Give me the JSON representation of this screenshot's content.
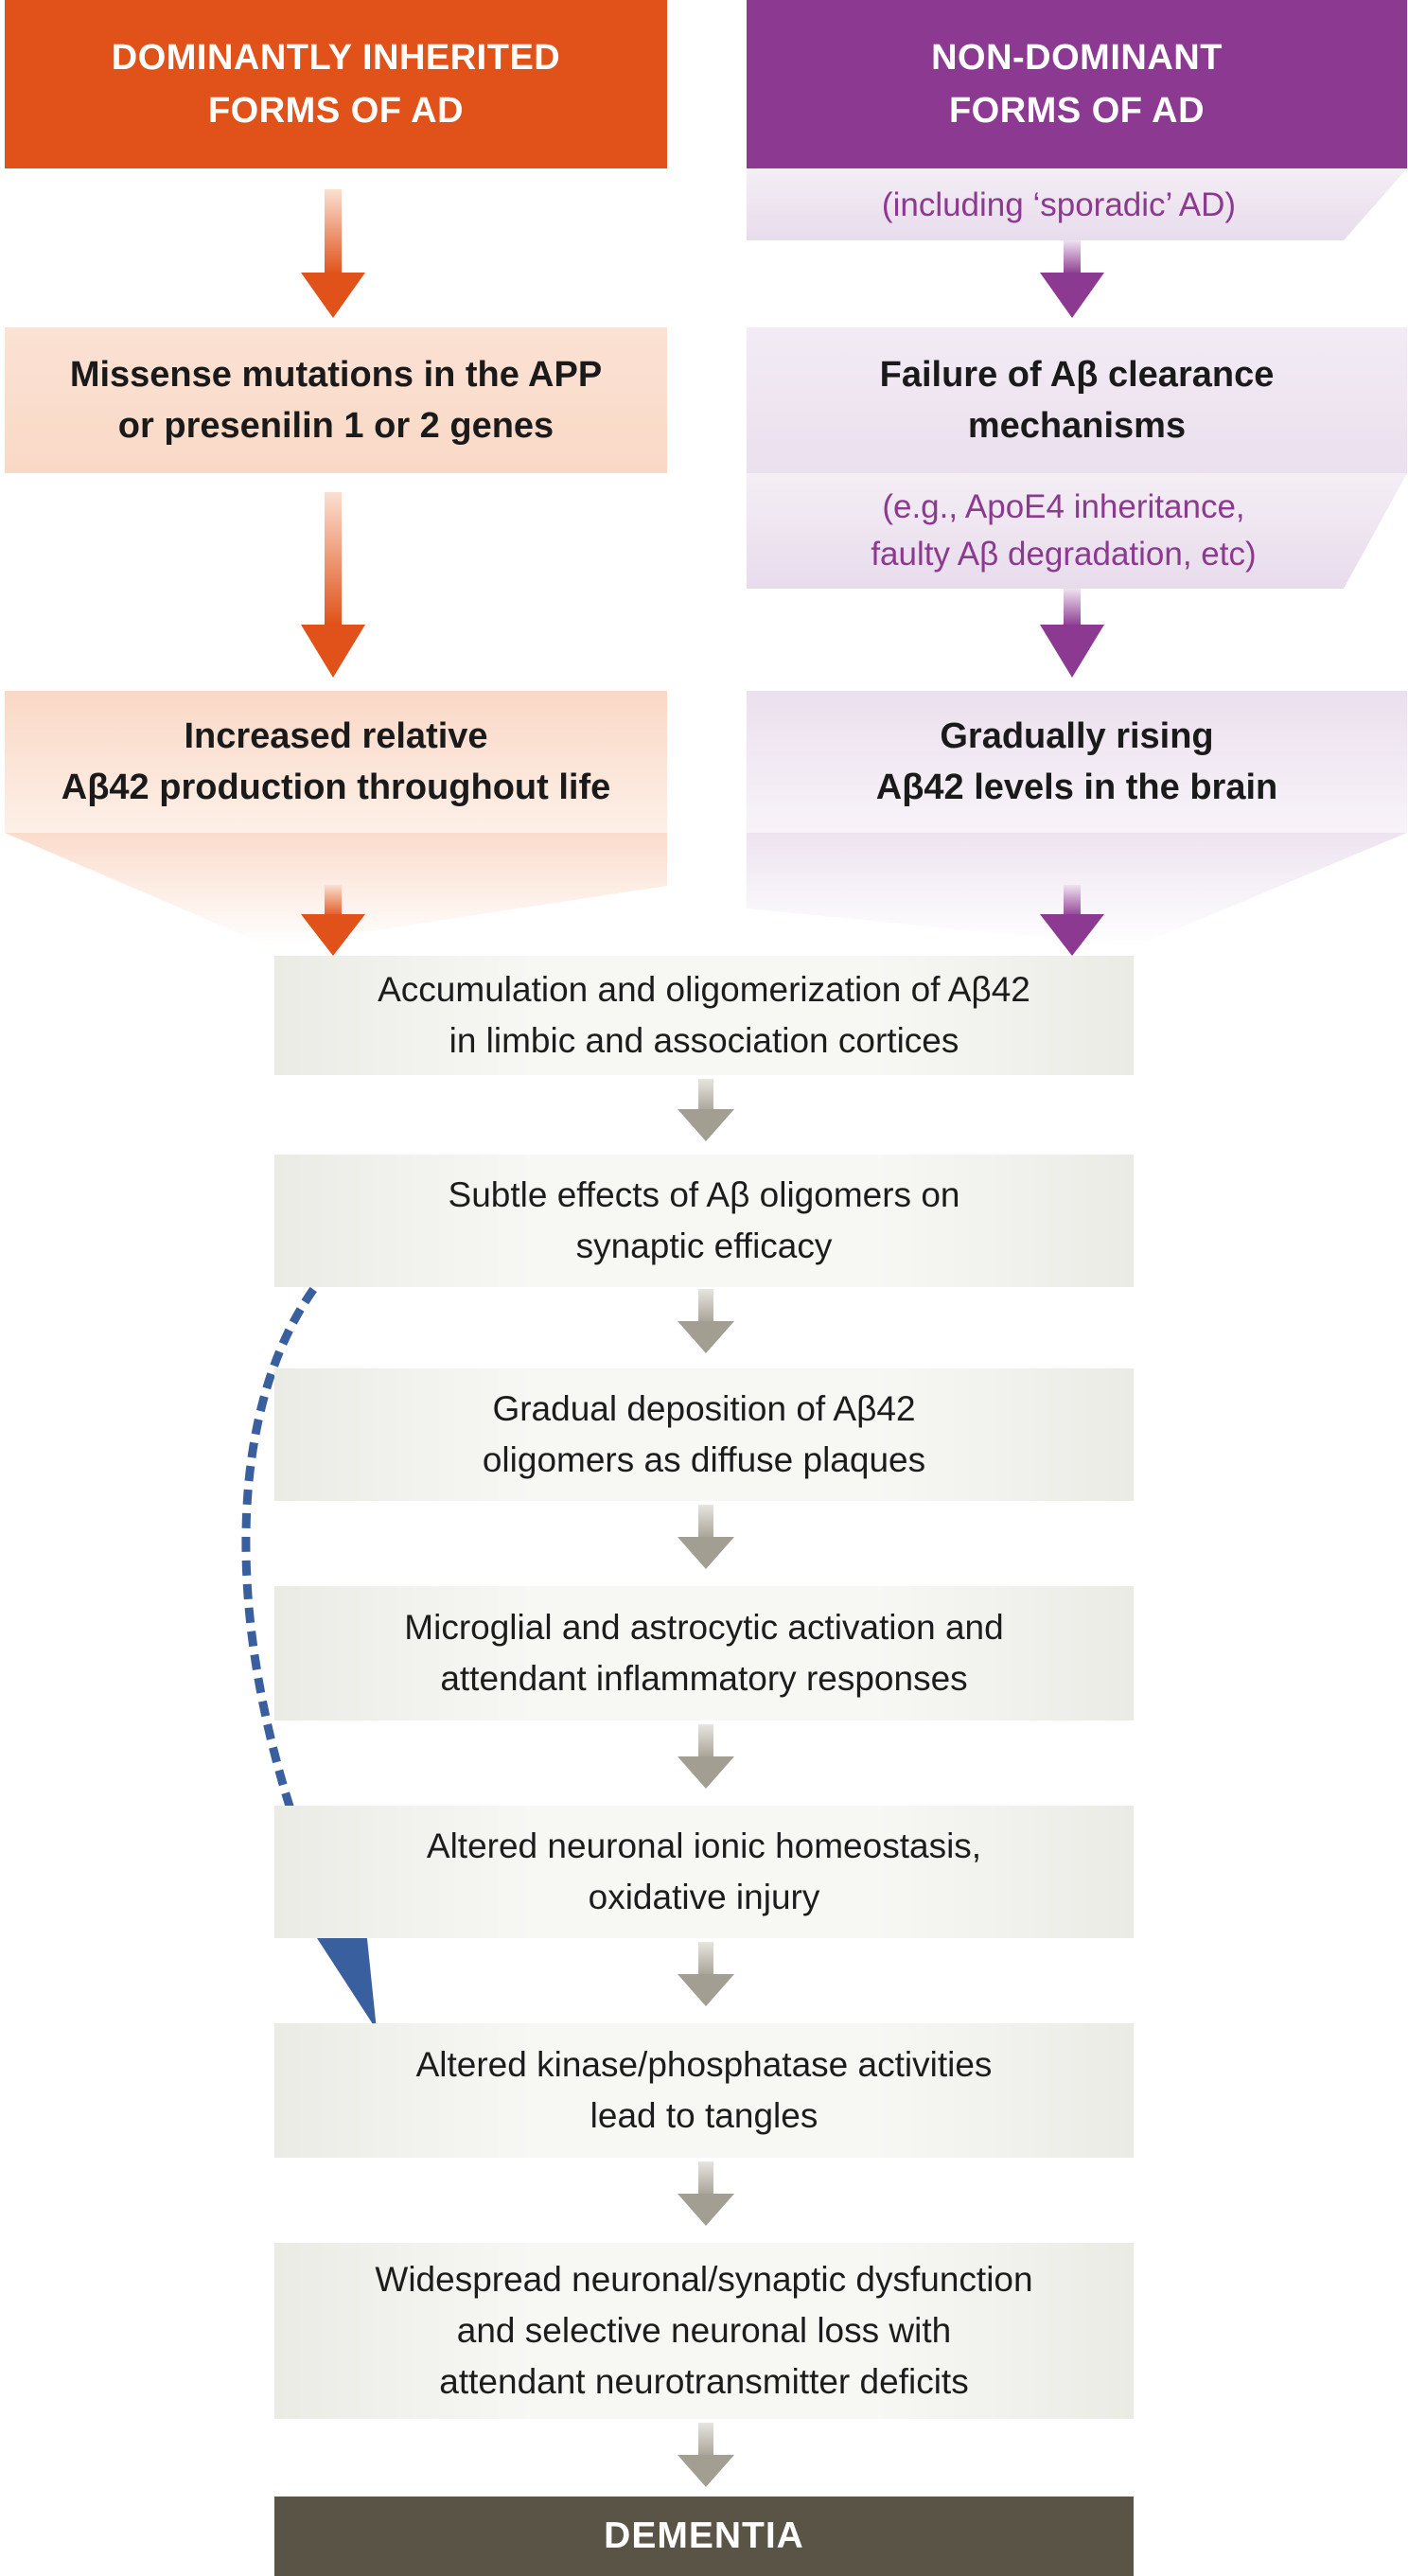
{
  "colors": {
    "orange": "#e0521a",
    "orange_light": "#fad9c7",
    "purple": "#8c3a91",
    "purple_light": "#eee4f0",
    "grey_box": "#f3f3ef",
    "grey_arrow": "#a39e92",
    "dark_bar": "#5a5446",
    "blue_arrow": "#3a5f9e"
  },
  "left_column": {
    "header": "DOMINANTLY INHERITED\nFORMS OF AD",
    "box1": "Missense mutations in the APP\nor presenilin 1 or 2 genes",
    "box2": "Increased relative\nAβ42 production throughout life"
  },
  "right_column": {
    "header": "NON-DOMINANT\nFORMS OF AD",
    "note1": "(including ‘sporadic’ AD)",
    "box1": "Failure of Aβ clearance\nmechanisms",
    "note2": "(e.g., ApoE4 inheritance,\nfaulty Aβ degradation, etc)",
    "box2": "Gradually rising\nAβ42 levels in the brain"
  },
  "cascade": [
    "Accumulation and oligomerization of Aβ42\nin limbic and association cortices",
    "Subtle effects of Aβ oligomers on\nsynaptic efficacy",
    "Gradual deposition of Aβ42\noligomers as diffuse plaques",
    "Microglial and astrocytic activation and\nattendant inflammatory responses",
    "Altered neuronal ionic homeostasis,\noxidative injury",
    "Altered kinase/phosphatase activities\nlead to tangles",
    "Widespread neuronal/synaptic dysfunction\nand selective neuronal loss with\nattendant neurotransmitter deficits"
  ],
  "final": "DEMENTIA",
  "icons": {
    "down_arrow": "arrow-down-icon",
    "curved_arrow": "dashed-curved-arrow-icon"
  }
}
